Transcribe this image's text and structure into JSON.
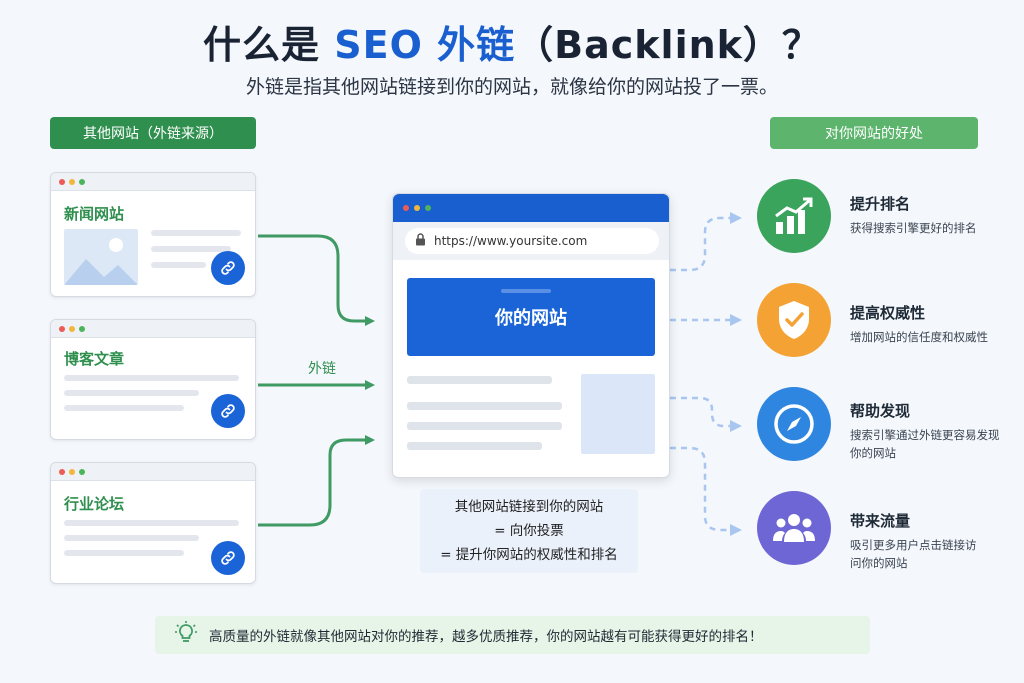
{
  "title": {
    "prefix": "什么是 ",
    "highlight": "SEO 外链",
    "suffix": "（Backlink）？"
  },
  "subtitle": "外链是指其他网站链接到你的网站，就像给你的网站投了一票。",
  "left_header": "其他网站（外链来源）",
  "right_header": "对你网站的好处",
  "sources": [
    {
      "title": "新闻网站",
      "icon": "link-icon"
    },
    {
      "title": "博客文章",
      "icon": "link-icon"
    },
    {
      "title": "行业论坛",
      "icon": "link-icon"
    }
  ],
  "edge_label": "外链",
  "site": {
    "url": "https://www.yoursite.com",
    "hero_label": "你的网站"
  },
  "caption": {
    "line1": "其他网站链接到你的网站",
    "line2": "= 向你投票",
    "line3": "= 提升你网站的权威性和排名"
  },
  "benefits": [
    {
      "title": "提升排名",
      "desc": "获得搜索引擎更好的排名",
      "icon": "trend-chart-icon",
      "color": "#3aa35c"
    },
    {
      "title": "提高权威性",
      "desc": "增加网站的信任度和权威性",
      "icon": "shield-check-icon",
      "color": "#f4a234"
    },
    {
      "title": "帮助发现",
      "desc": "搜索引擎通过外链更容易发现你的网站",
      "icon": "compass-icon",
      "color": "#2f86e0"
    },
    {
      "title": "带来流量",
      "desc": "吸引更多用户点击链接访问你的网站",
      "icon": "users-icon",
      "color": "#6f66d6"
    }
  ],
  "tip": "高质量的外链就像其他网站对你的推荐，越多优质推荐，你的网站越有可能获得更好的排名！",
  "colors": {
    "primary_blue": "#1a5fd0",
    "green": "#2f8f4e",
    "light_green": "#5cb46d"
  }
}
